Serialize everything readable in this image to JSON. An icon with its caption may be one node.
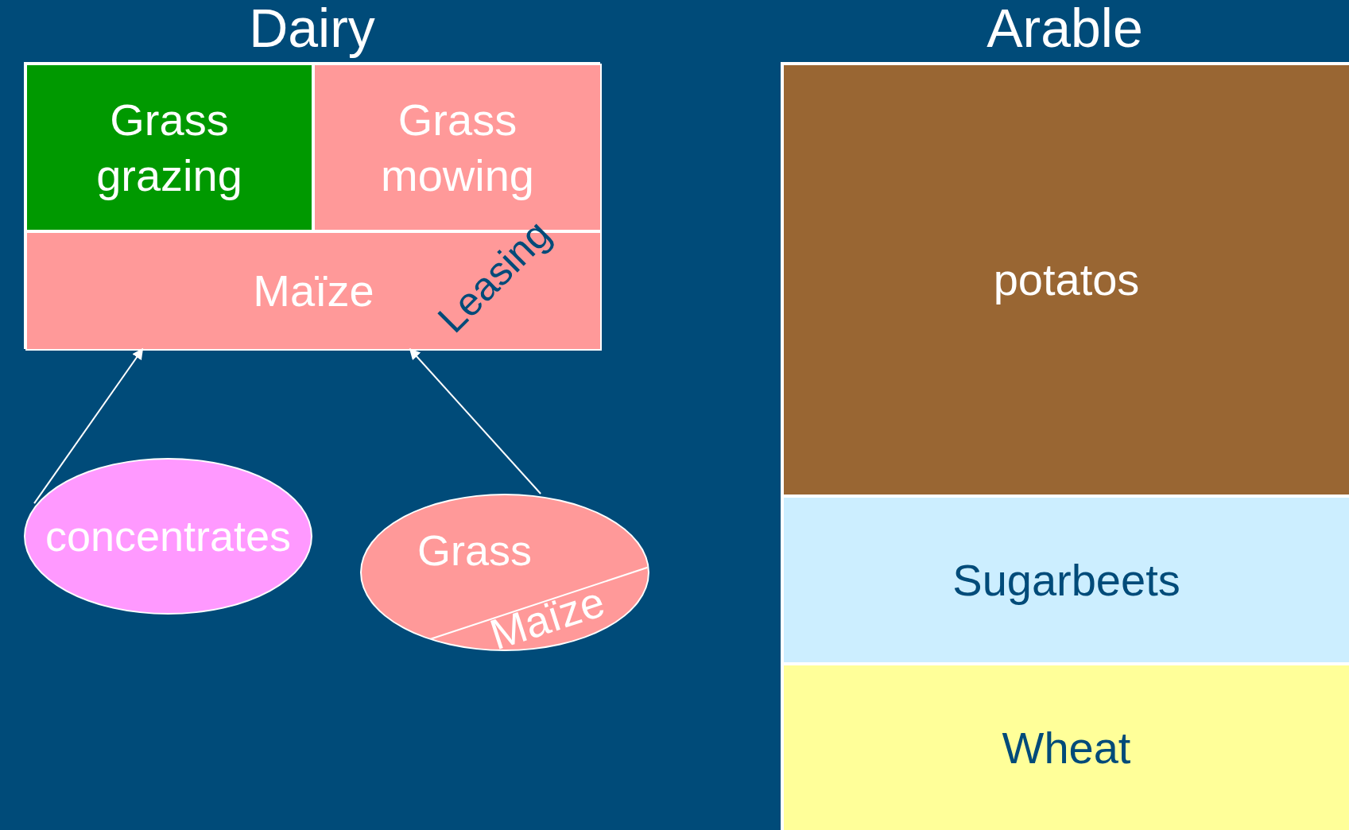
{
  "diagram": {
    "nodes": [
      {
        "text": [
          "Dairy"
        ]
      },
      {
        "text": [
          "Grass grazing"
        ],
        "in": 0
      },
      {
        "text": [
          "Grass mowing"
        ],
        "in": 0
      },
      {
        "text": [
          "Maïze"
        ],
        "in": 0
      },
      {
        "text": [
          "concentrates"
        ]
      },
      {
        "text": [
          "Grass",
          "Maïze"
        ]
      },
      {
        "text": [
          "Arable"
        ]
      },
      {
        "text": [
          "potatos"
        ],
        "in": 6
      },
      {
        "text": [
          "Sugarbeets"
        ],
        "in": 6
      },
      {
        "text": [
          "Wheat"
        ],
        "in": 6
      }
    ],
    "edges": [
      {
        "from": 4,
        "to": 0,
        "arrow": "to"
      },
      {
        "from": 5,
        "to": 0,
        "arrow": "to"
      }
    ],
    "labels": [
      "Leasing"
    ]
  }
}
